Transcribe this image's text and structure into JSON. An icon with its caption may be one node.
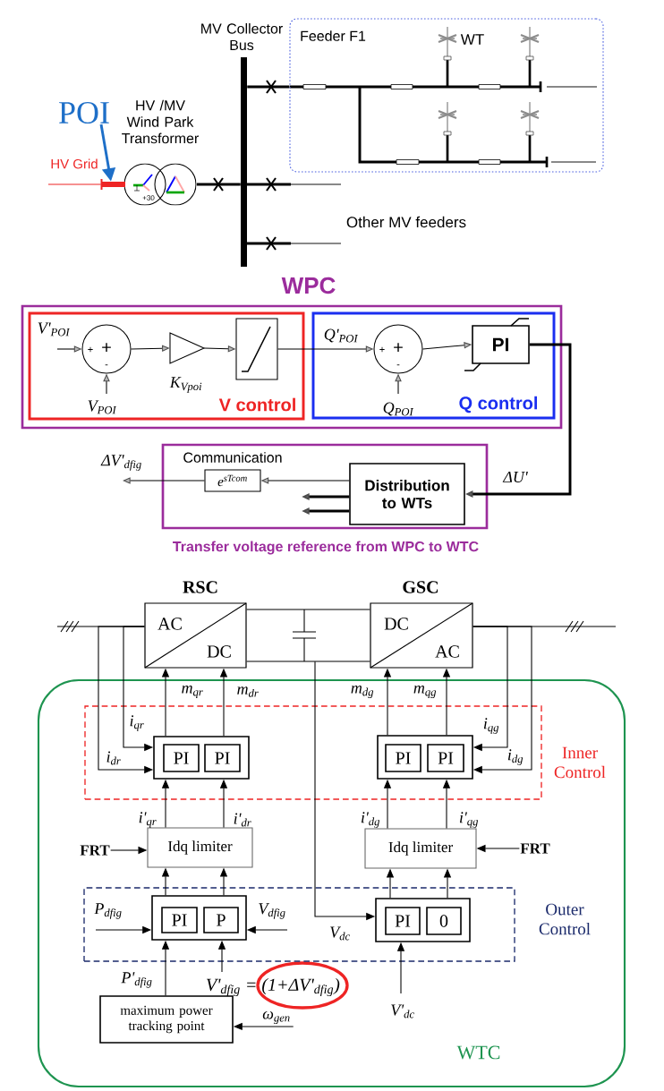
{
  "diagram": {
    "nodes": [
      {
        "text": [
          "MV Collector Bus"
        ]
      },
      {
        "text": [
          "Feeder F1"
        ]
      },
      {
        "text": [
          "POI"
        ]
      },
      {
        "text": [
          "HV /MV Wind Park Transformer",
          "+30"
        ]
      },
      {
        "text": [
          "WPC"
        ]
      },
      {
        "text": [
          "V control"
        ],
        "in": 4
      },
      {
        "text": [
          "Q control"
        ],
        "in": 4
      },
      {
        "text": [
          "+",
          "+",
          "-"
        ],
        "in": 5
      },
      {
        "text": [],
        "shape": "triangle",
        "beside": [
          "K$_{Vpoi}$"
        ],
        "in": 5
      },
      {
        "text": [],
        "shape": "box",
        "in": 5
      },
      {
        "text": [
          "+",
          "+",
          "-"
        ],
        "in": 6
      },
      {
        "text": [
          "PI"
        ],
        "in": 6
      },
      {
        "text": [
          "Communication"
        ],
        "beside": [
          "Transfer voltage reference from WPC to WTC"
        ]
      },
      {
        "text": [
          "e$^{sTcom}$"
        ],
        "in": 12
      },
      {
        "text": [
          "Distribution to WTs"
        ],
        "in": 12
      },
      {
        "text": [
          "RSC",
          "AC",
          "DC"
        ]
      },
      {
        "text": [
          "GSC",
          "DC",
          "AC"
        ]
      },
      {
        "text": [
          "WTC"
        ]
      },
      {
        "text": [
          "Inner Control"
        ],
        "in": 17
      },
      {
        "text": [],
        "shape": "box",
        "in": 18
      },
      {
        "text": [
          "PI"
        ],
        "in": 19
      },
      {
        "text": [
          "PI"
        ],
        "in": 19
      },
      {
        "text": [],
        "shape": "box",
        "in": 18
      },
      {
        "text": [
          "PI"
        ],
        "in": 22
      },
      {
        "text": [
          "PI"
        ],
        "in": 22
      },
      {
        "text": [
          "FRT"
        ],
        "in": 17
      },
      {
        "text": [
          "Idq limiter"
        ],
        "in": 17
      },
      {
        "text": [
          "Idq limiter"
        ],
        "in": 17
      },
      {
        "text": [
          "FRT"
        ],
        "in": 17
      },
      {
        "text": [
          "Outer Control"
        ],
        "in": 17
      },
      {
        "text": [],
        "shape": "box",
        "in": 29
      },
      {
        "text": [
          "PI"
        ],
        "in": 30
      },
      {
        "text": [
          "P"
        ],
        "in": 30
      },
      {
        "text": [],
        "shape": "box",
        "in": 29
      },
      {
        "text": [
          "PI"
        ],
        "in": 33
      },
      {
        "text": [
          "0"
        ],
        "in": 33
      },
      {
        "text": [
          "maximum power tracking point"
        ],
        "in": 17
      },
      {
        "text": [],
        "shape": "bar"
      },
      {
        "text": [],
        "shape": "capacitor"
      },
      {
        "text": [
          "ω$_{gen}$"
        ],
        "in": 17
      }
    ],
    "edges": [
      {
        "from": 2,
        "to": 37,
        "arrow": "to",
        "style": "thick",
        "color": "#1e6fc8"
      },
      {
        "from": 3,
        "to": 0,
        "arrow": "none",
        "style": "thick"
      },
      {
        "from": 0,
        "to": 1,
        "arrow": "none",
        "style": "thick"
      },
      {
        "from": null,
        "to": 7,
        "arrow": "to",
        "label": "V'$_{POI}$"
      },
      {
        "from": null,
        "to": 7,
        "arrow": "to",
        "label": "V$_{POI}$"
      },
      {
        "from": 7,
        "to": 8,
        "arrow": "to"
      },
      {
        "from": 8,
        "to": 9,
        "arrow": "to"
      },
      {
        "from": 9,
        "to": 10,
        "arrow": "to",
        "label": "Q'$_{POI}$"
      },
      {
        "from": null,
        "to": 10,
        "arrow": "to",
        "label": "Q$_{POI}$"
      },
      {
        "from": 10,
        "to": 11,
        "arrow": "to"
      },
      {
        "from": 11,
        "to": 14,
        "arrow": "to",
        "label": "ΔU'",
        "style": "thick"
      },
      {
        "from": 14,
        "to": 13,
        "arrow": "to"
      },
      {
        "from": 13,
        "to": null,
        "arrow": "to",
        "label": "ΔV'$_{dfig}$"
      },
      {
        "from": 14,
        "to": null,
        "arrow": "to",
        "style": "thick"
      },
      {
        "from": 14,
        "to": null,
        "arrow": "to",
        "style": "thick"
      },
      {
        "from": 15,
        "to": 16,
        "arrow": "none"
      },
      {
        "from": 15,
        "to": 16,
        "arrow": "none"
      },
      {
        "from": 19,
        "to": 15,
        "arrow": "to",
        "label": "m$_{qr}$"
      },
      {
        "from": 19,
        "to": 15,
        "arrow": "to",
        "label": "m$_{dr}$"
      },
      {
        "from": 22,
        "to": 16,
        "arrow": "to",
        "label": "m$_{dg}$"
      },
      {
        "from": 22,
        "to": 16,
        "arrow": "to",
        "label": "m$_{qg}$"
      },
      {
        "from": 15,
        "to": 19,
        "arrow": "to",
        "label": "i$_{qr}$"
      },
      {
        "from": 15,
        "to": 19,
        "arrow": "to",
        "label": "i$_{dr}$"
      },
      {
        "from": 16,
        "to": 22,
        "arrow": "to",
        "label": "i$_{qg}$"
      },
      {
        "from": 16,
        "to": 22,
        "arrow": "to",
        "label": "i$_{dg}$"
      },
      {
        "from": 26,
        "to": 19,
        "arrow": "to",
        "label": "i'$_{qr}$"
      },
      {
        "from": 26,
        "to": 19,
        "arrow": "to",
        "label": "i'$_{dr}$"
      },
      {
        "from": 27,
        "to": 22,
        "arrow": "to",
        "label": "i'$_{dg}$"
      },
      {
        "from": 27,
        "to": 22,
        "arrow": "to",
        "label": "i'$_{qg}$"
      },
      {
        "from": 25,
        "to": 26,
        "arrow": "to"
      },
      {
        "from": 28,
        "to": 27,
        "arrow": "to"
      },
      {
        "from": 30,
        "to": 26,
        "arrow": "to"
      },
      {
        "from": 30,
        "to": 26,
        "arrow": "to"
      },
      {
        "from": 33,
        "to": 27,
        "arrow": "to"
      },
      {
        "from": 33,
        "to": 27,
        "arrow": "to"
      },
      {
        "from": null,
        "to": 30,
        "arrow": "to",
        "label": "P$_{dfig}$"
      },
      {
        "from": null,
        "to": 30,
        "arrow": "to",
        "label": "V$_{dfig}$"
      },
      {
        "from": 38,
        "to": 33,
        "arrow": "to",
        "label": "V$_{dc}$"
      },
      {
        "from": 36,
        "to": 30,
        "arrow": "to",
        "label": "P'$_{dfig}$"
      },
      {
        "from": null,
        "to": 30,
        "arrow": "to",
        "label": "V'$_{dfig}$ = (1+ΔV'$_{dfig}$)"
      },
      {
        "from": null,
        "to": 33,
        "arrow": "to",
        "label": "V'$_{dc}$"
      },
      {
        "from": 39,
        "to": 36,
        "arrow": "to"
      },
      {
        "from": null,
        "to": 15,
        "arrow": "none"
      },
      {
        "from": 16,
        "to": null,
        "arrow": "none"
      },
      {
        "from": null,
        "to": 37,
        "arrow": "none",
        "color": "#ee2424"
      }
    ],
    "labels": [
      "WT",
      "HV Grid",
      "Other MV feeders"
    ]
  }
}
